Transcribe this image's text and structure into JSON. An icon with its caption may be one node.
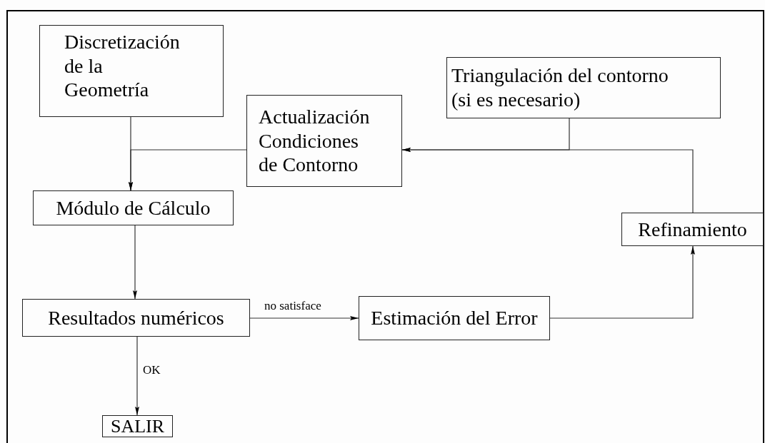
{
  "diagram": {
    "nodes": [
      {
        "text": [
          "Discretización de la Geometría"
        ]
      },
      {
        "text": [
          "Actualización Condiciones de Contorno"
        ]
      },
      {
        "text": [
          "Triangulación del contorno (si es necesario)"
        ]
      },
      {
        "text": [
          "Módulo de Cálculo"
        ]
      },
      {
        "text": [
          "Refinamiento"
        ]
      },
      {
        "text": [
          "Resultados numéricos"
        ]
      },
      {
        "text": [
          "Estimación del Error"
        ]
      },
      {
        "text": [
          "SALIR"
        ]
      }
    ],
    "edges": [
      {
        "from": 0,
        "to": 3,
        "arrow": "to"
      },
      {
        "from": 1,
        "to": 3,
        "arrow": "to"
      },
      {
        "from": 2,
        "to": 1,
        "arrow": "to"
      },
      {
        "from": 4,
        "to": 1,
        "arrow": "to"
      },
      {
        "from": 3,
        "to": 5,
        "arrow": "to"
      },
      {
        "from": 5,
        "to": 6,
        "arrow": "to",
        "label": "no satisface"
      },
      {
        "from": 6,
        "to": 4,
        "arrow": "to"
      },
      {
        "from": 5,
        "to": 7,
        "arrow": "to",
        "label": "OK"
      }
    ]
  }
}
